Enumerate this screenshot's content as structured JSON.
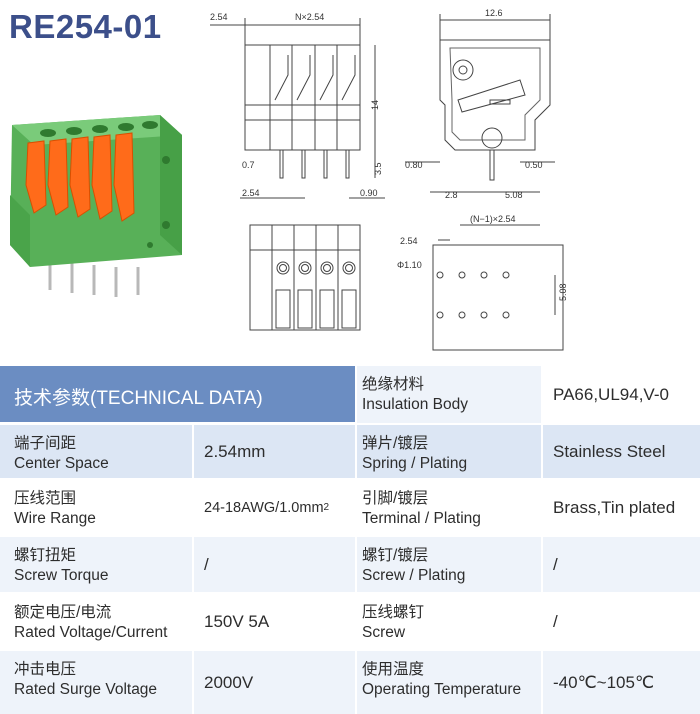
{
  "title": "RE254-01",
  "dims": {
    "top_pitch": "2.54",
    "top_width": "N×2.54",
    "height": "14",
    "pin_len": "3.5",
    "pin_w": "0.7",
    "bottom_pitch": "2.54",
    "pin_th": "0.90",
    "side_width": "12.6",
    "side_left": "0.80",
    "side_right": "0.50",
    "side_a": "2.8",
    "side_b": "5.08",
    "pcb_pitch_total": "(N−1)×2.54",
    "pcb_pitch": "2.54",
    "pcb_hole": "Φ1.10",
    "pcb_row": "5.08"
  },
  "table": {
    "header": "技术参数(TECHNICAL DATA)",
    "left_rows": [
      {
        "cn": "端子间距",
        "en": "Center Space",
        "value": "2.54mm"
      },
      {
        "cn": "压线范围",
        "en": "Wire Range",
        "value": "24-18AWG/1.0mm",
        "sup": "2"
      },
      {
        "cn": "螺钉扭矩",
        "en": "Screw Torque",
        "value": "/"
      },
      {
        "cn": "额定电压/电流",
        "en": "Rated Voltage/Current",
        "value": "150V 5A"
      },
      {
        "cn": "冲击电压",
        "en": "Rated Surge Voltage",
        "value": "2000V"
      }
    ],
    "right_rows": [
      {
        "cn": "绝缘材料",
        "en": "Insulation Body",
        "value": "PA66,UL94,V-0"
      },
      {
        "cn": "弹片/镀层",
        "en": "Spring / Plating",
        "value": "Stainless Steel"
      },
      {
        "cn": "引脚/镀层",
        "en": "Terminal / Plating",
        "value": "Brass,Tin plated"
      },
      {
        "cn": "螺钉/镀层",
        "en": "Screw / Plating",
        "value": "/"
      },
      {
        "cn": "压线螺钉",
        "en": "Screw",
        "value": "/"
      },
      {
        "cn": "使用温度",
        "en": "Operating Temperature",
        "value": "-40℃~105℃"
      }
    ]
  },
  "colors": {
    "title": "#3c4f8a",
    "header": "#6b8dc2",
    "body_green": "#5cb85c",
    "lever_orange": "#ff6b1a"
  }
}
